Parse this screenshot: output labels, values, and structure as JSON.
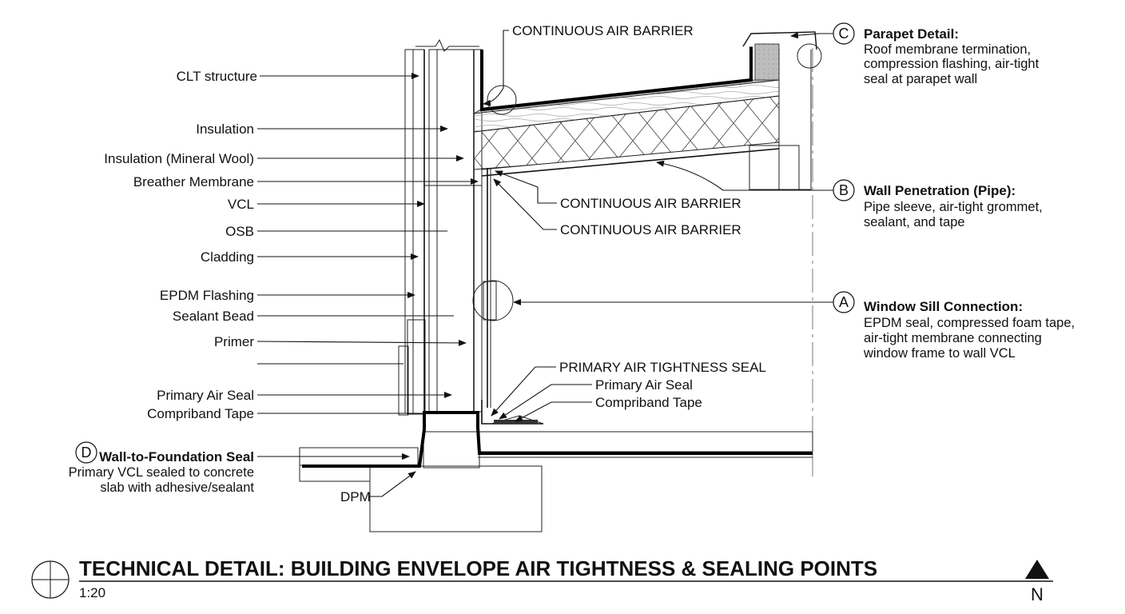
{
  "title": "TECHNICAL DETAIL: BUILDING ENVELOPE AIR TIGHTNESS & SEALING POINTS",
  "scale": "1:20",
  "north_label": "N",
  "left_labels": [
    "CLT structure",
    "Insulation",
    "Insulation (Mineral Wool)",
    "Breather Membrane",
    "VCL",
    "OSB",
    "Cladding",
    "EPDM Flashing",
    "Sealant Bead",
    "Primer",
    "Primary Air Seal",
    "Compriband Tape"
  ],
  "center_labels": {
    "top_air_barrier": "CONTINUOUS AIR BARRIER",
    "air_barrier_1": "CONTINUOUS AIR BARRIER",
    "air_barrier_2": "CONTINUOUS AIR BARRIER",
    "primary_seal_caps": "PRIMARY AIR TIGHTNESS SEAL",
    "primary_air_seal": "Primary Air Seal",
    "compriband_tape": "Compriband Tape",
    "dpm": "DPM"
  },
  "callouts": {
    "C": {
      "letter": "C",
      "title": "Parapet Detail:",
      "lines": [
        "Roof membrane termination,",
        "compression flashing, air-tight",
        "seal at parapet wall"
      ]
    },
    "B": {
      "letter": "B",
      "title": "Wall Penetration (Pipe):",
      "lines": [
        "Pipe sleeve, air-tight grommet,",
        "sealant, and tape"
      ]
    },
    "A": {
      "letter": "A",
      "title": "Window Sill Connection:",
      "lines": [
        "EPDM seal, compressed foam tape,",
        "air-tight membrane connecting",
        "window frame to wall VCL"
      ]
    },
    "D": {
      "letter": "D",
      "title": "Wall-to-Foundation Seal",
      "lines": [
        "Primary VCL sealed to concrete",
        "slab with adhesive/sealant"
      ]
    }
  }
}
